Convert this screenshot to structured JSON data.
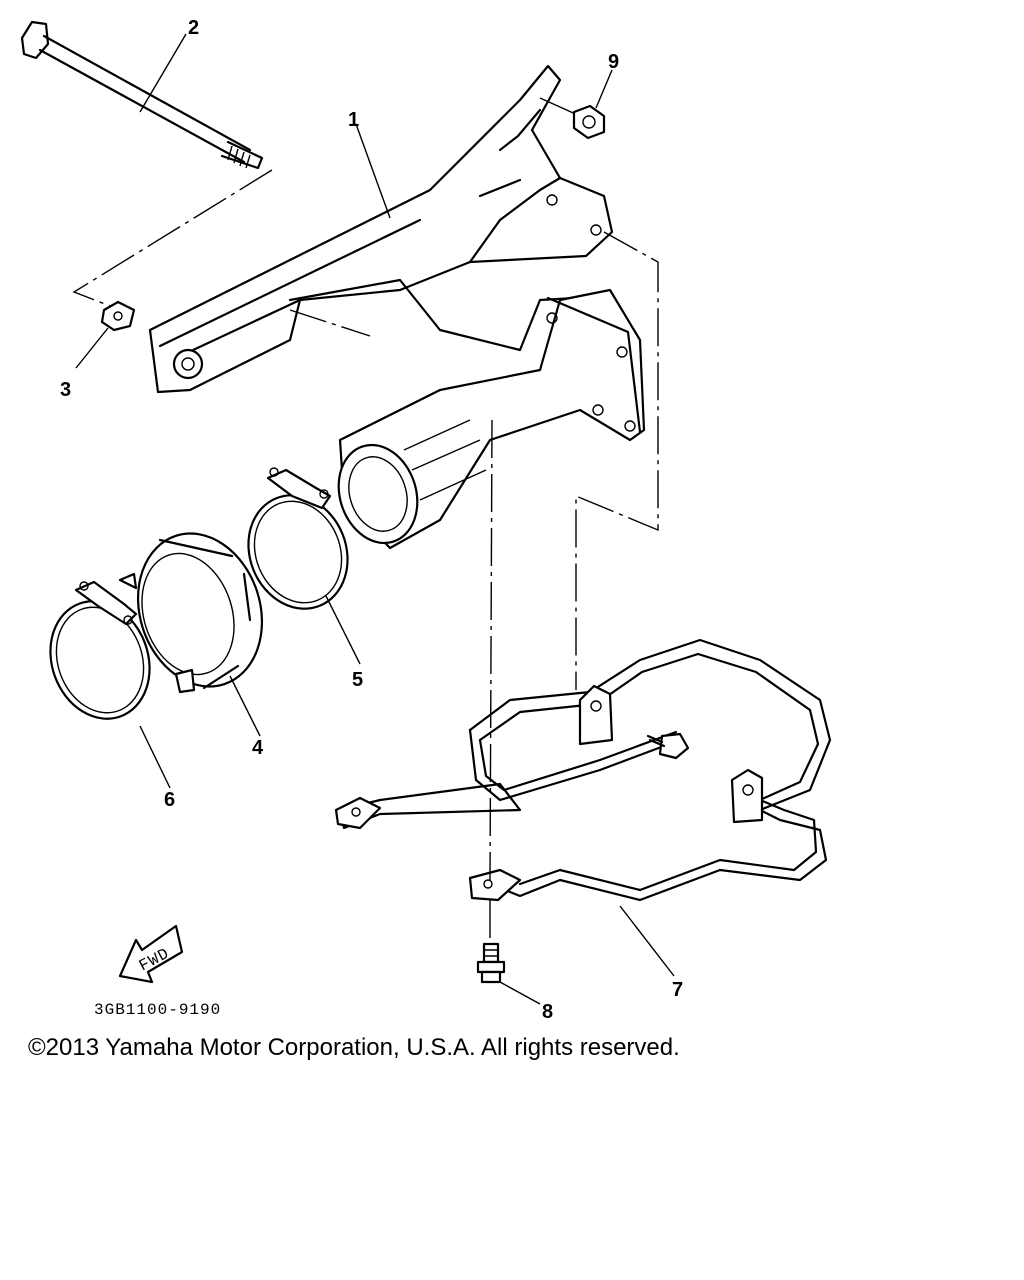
{
  "diagram": {
    "callouts": [
      {
        "id": "1",
        "label": "1"
      },
      {
        "id": "2",
        "label": "2"
      },
      {
        "id": "3",
        "label": "3"
      },
      {
        "id": "4",
        "label": "4"
      },
      {
        "id": "5",
        "label": "5"
      },
      {
        "id": "6",
        "label": "6"
      },
      {
        "id": "7",
        "label": "7"
      },
      {
        "id": "8",
        "label": "8"
      },
      {
        "id": "9",
        "label": "9"
      }
    ],
    "fwd_label": "FWD",
    "part_code": "3GB1100-9190"
  },
  "footer": {
    "copyright": "©2013 Yamaha Motor Corporation, U.S.A. All rights reserved."
  }
}
